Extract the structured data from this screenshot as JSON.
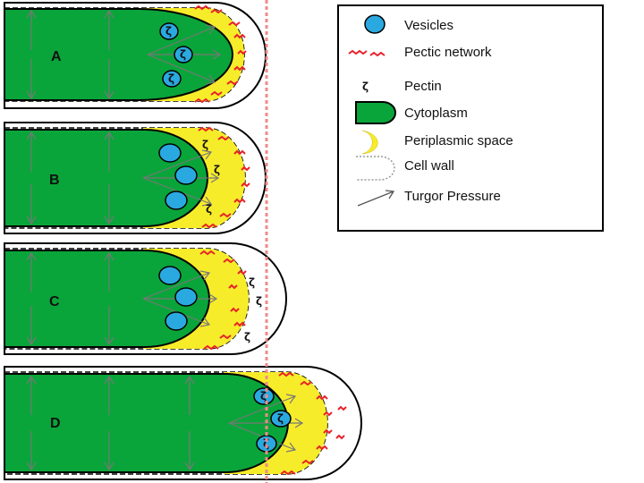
{
  "panels": [
    {
      "label": "A"
    },
    {
      "label": "B"
    },
    {
      "label": "C"
    },
    {
      "label": "D"
    }
  ],
  "legend": {
    "items": [
      {
        "text": "Vesicles",
        "icon": "vesicle-icon"
      },
      {
        "text": "Pectic network",
        "icon": "pectic-network-icon"
      },
      {
        "text": "Pectin",
        "icon": "pectin-icon"
      },
      {
        "text": "Cytoplasm",
        "icon": "cytoplasm-icon"
      },
      {
        "text": "Periplasmic space",
        "icon": "periplasmic-space-icon"
      },
      {
        "text": "Cell wall",
        "icon": "cell-wall-icon"
      },
      {
        "text": "Turgor Pressure",
        "icon": "turgor-pressure-icon"
      }
    ]
  },
  "pectin_symbol": "ζ",
  "colors": {
    "cytoplasm": "#0aa53a",
    "periplasm": "#f7ec2a",
    "vesicle": "#2aa9e0",
    "pectic_network": "#e8202a",
    "reference_line": "#f08a8a",
    "outline": "#000000"
  }
}
